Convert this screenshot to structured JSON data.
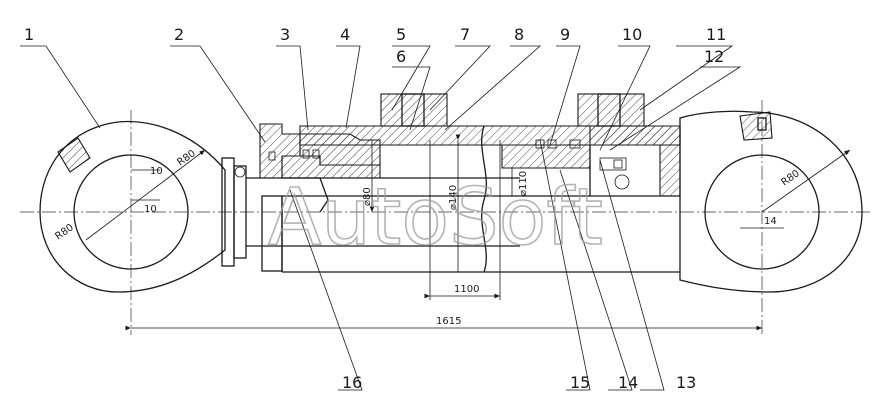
{
  "callouts": [
    "1",
    "2",
    "3",
    "4",
    "5",
    "6",
    "7",
    "8",
    "9",
    "10",
    "11",
    "12",
    "13",
    "14",
    "15",
    "16"
  ],
  "dimensions": {
    "stroke_length": "1100",
    "overall_length": "1615",
    "left_eye_radius": "R80",
    "left_eye_offset_a": "10",
    "left_eye_offset_b": "10",
    "right_eye_radius": "R80",
    "right_lug_width": "14",
    "rod_diameter": "⌀80",
    "bore_diameter": "⌀140",
    "piston_diameter": "⌀110"
  },
  "watermark": "AutoSoft"
}
